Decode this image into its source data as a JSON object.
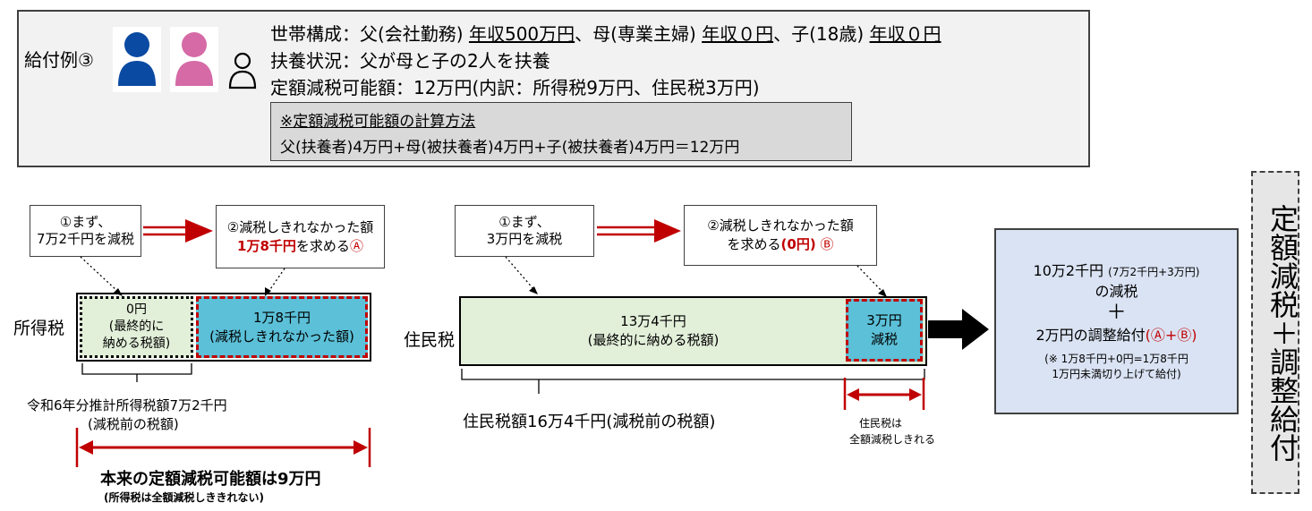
{
  "header": {
    "title": "給付例③",
    "line1": {
      "label": "世帯構成：父(会社勤務) ",
      "father_income": "年収500万円",
      "sep1": "、母(専業主婦) ",
      "mother_income": "年収０円",
      "sep2": "、子(18歳) ",
      "child_income": "年収０円"
    },
    "line2": "扶養状況：父が母と子の2人を扶養",
    "line3": "定額減税可能額：12万円(内訳：所得税9万円、住民税3万円)",
    "calc_title": "※定額減税可能額の計算方法",
    "calc_body": "父(扶養者)4万円+母(被扶養者)4万円+子(被扶養者)4万円＝12万円",
    "colors": {
      "father": "#0b4aa2",
      "mother": "#d56aa6"
    }
  },
  "income_tax": {
    "label": "所得税",
    "step1_line1": "①まず、",
    "step1_line2": "7万2千円を減税",
    "step2_line1": "②減税しきれなかった額",
    "step2_amount": "1万8千円",
    "step2_suffix": "を求める",
    "step2_mark": "Ⓐ",
    "paid_line1": "0円",
    "paid_line2": "(最終的に",
    "paid_line3": "納める税額)",
    "remaining_line1": "1万8千円",
    "remaining_line2": "(減税しきれなかった額)",
    "estimated_line1": "令和6年分推計所得税額7万2千円",
    "estimated_line2": "(減税前の税額)",
    "possible": "本来の定額減税可能額は9万円",
    "possible_note": "(所得税は全額減税しききれない)"
  },
  "resident_tax": {
    "label": "住民税",
    "step1_line1": "①まず、",
    "step1_line2": "3万円を減税",
    "step2_line1": "②減税しきれなかった額",
    "step2_prefix": "を求める",
    "step2_amount": "(0円)",
    "step2_mark": "Ⓑ",
    "paid_line1": "13万4千円",
    "paid_line2": "(最終的に納める税額)",
    "reduced_line1": "3万円",
    "reduced_line2": "減税",
    "total": "住民税額16万4千円(減税前の税額)",
    "full_line1": "住民税は",
    "full_line2": "全額減税しきれる"
  },
  "result": {
    "line1_main": "10万2千円",
    "line1_note": "(7万2千円+3万円)",
    "line2": "の減税",
    "plus": "＋",
    "line4_main": "2万円の調整給付",
    "line4_mark": "(Ⓐ+Ⓑ)",
    "note_line1": "(※ 1万8千円+0円=1万8千円",
    "note_line2": "1万円未満切り上げて給付)"
  },
  "side_label": "定額減税＋調整給付"
}
